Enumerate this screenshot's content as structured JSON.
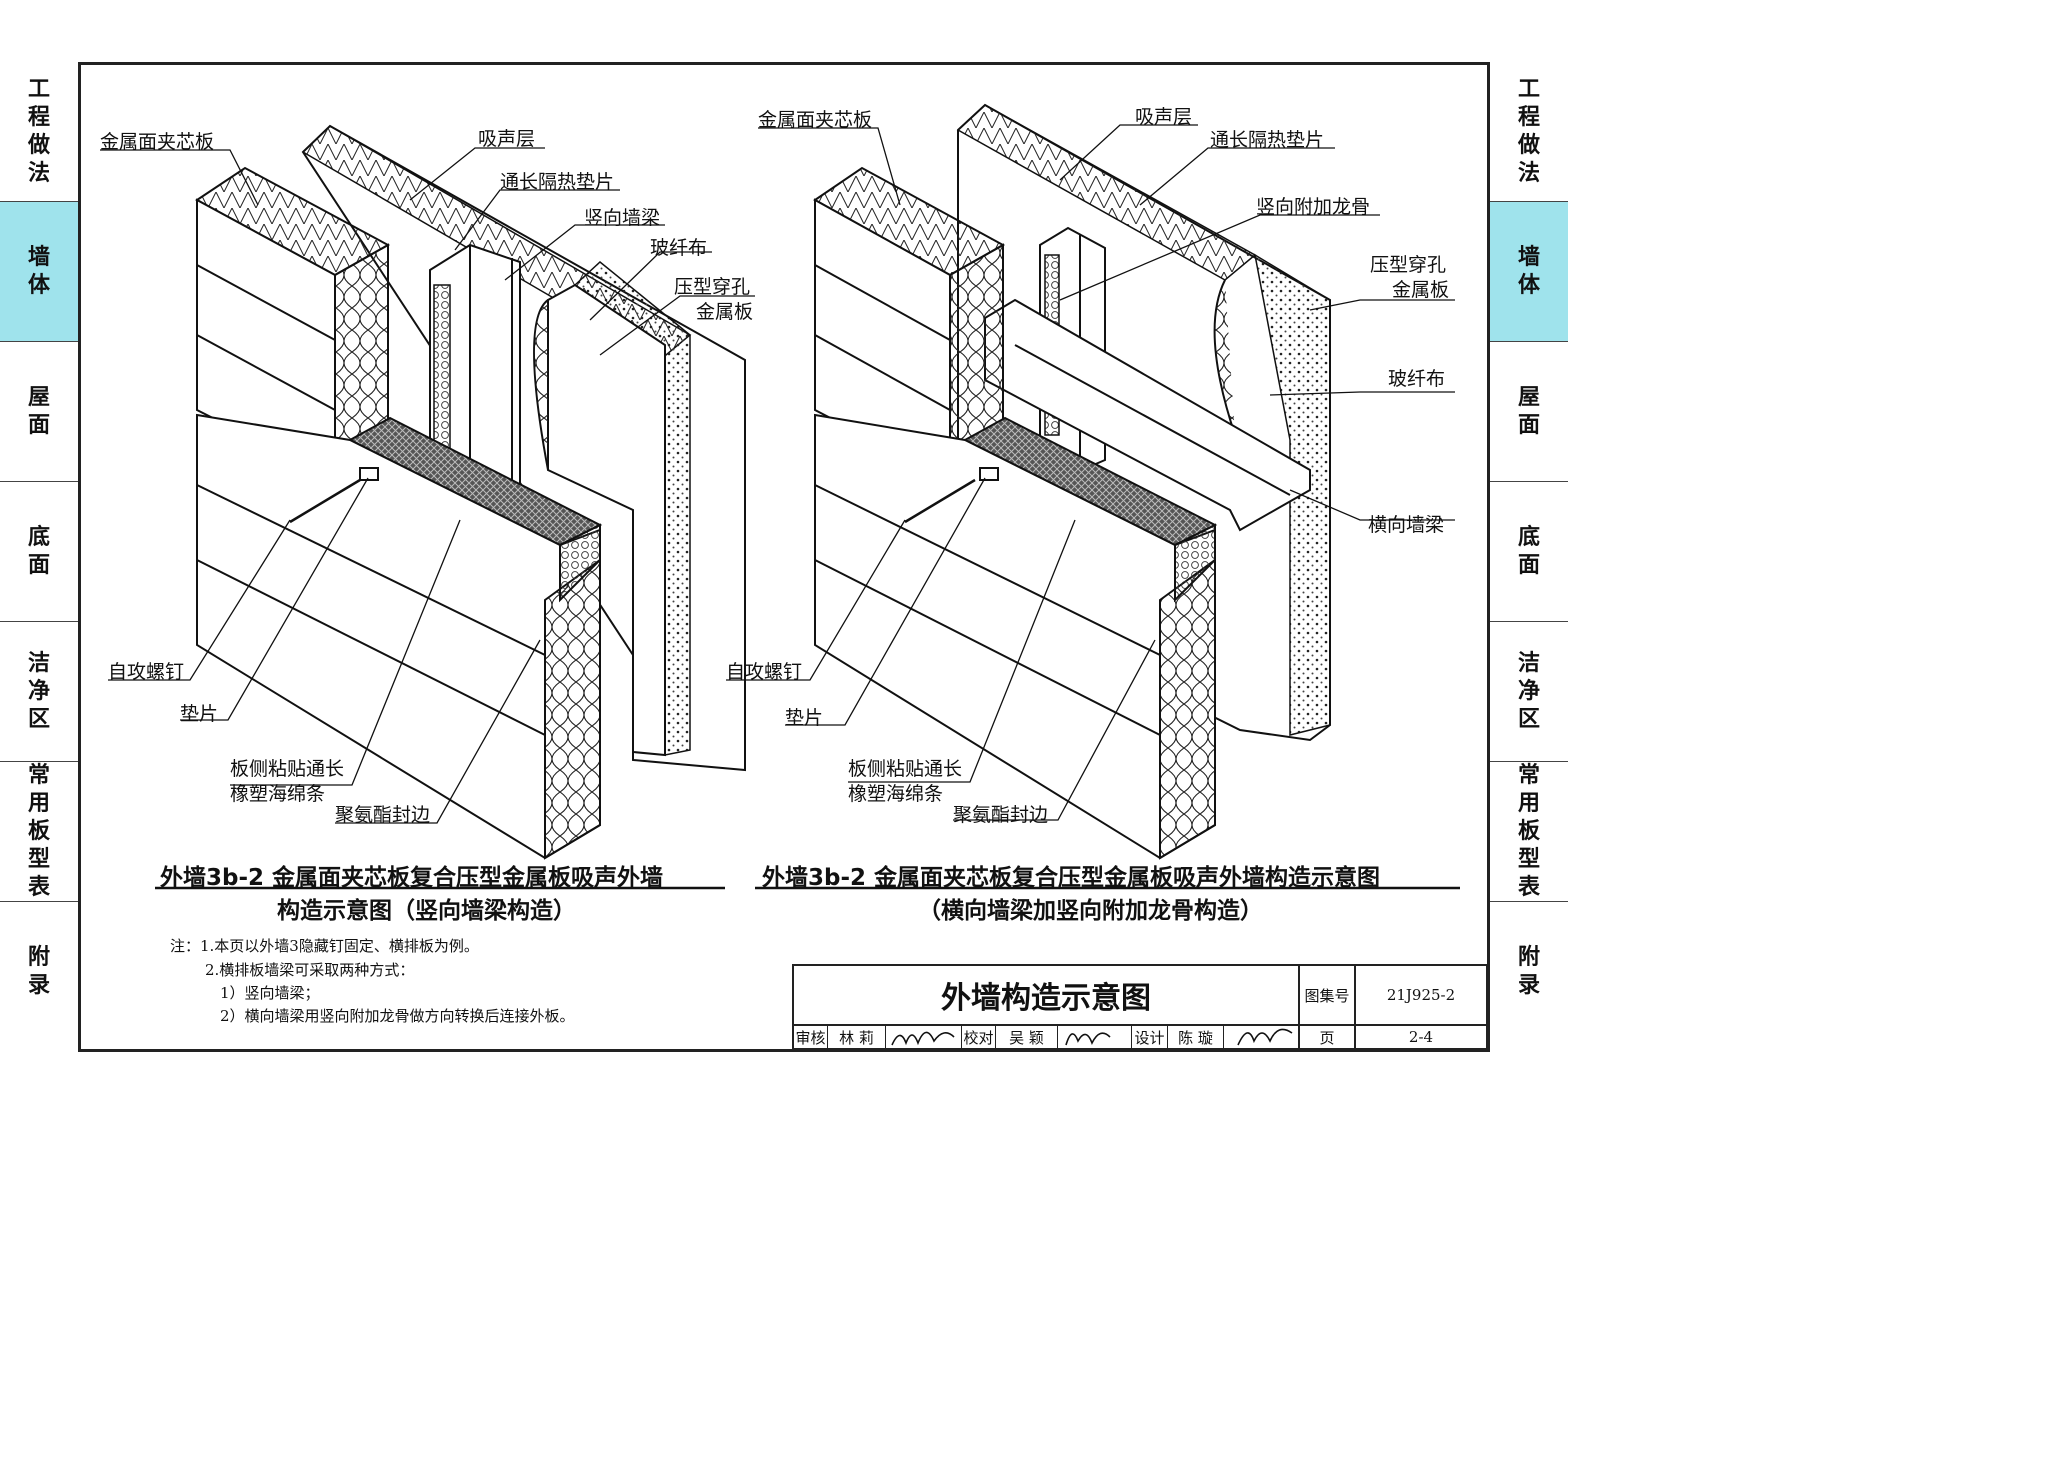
{
  "sidebar": {
    "tabs": [
      {
        "label": "工程做法",
        "active": false
      },
      {
        "label": "墙体",
        "active": true
      },
      {
        "label": "屋面",
        "active": false
      },
      {
        "label": "底面",
        "active": false
      },
      {
        "label": "洁净区",
        "active": false
      },
      {
        "label": "常用板型表",
        "active": false
      },
      {
        "label": "附录",
        "active": false
      }
    ],
    "active_color": "#9fe3ec"
  },
  "left_figure": {
    "labels": {
      "sandwich_panel": "金属面夹芯板",
      "sound_absorbing": "吸声层",
      "insulation_pad": "通长隔热垫片",
      "vertical_beam": "竖向墙梁",
      "fiberglass": "玻纤布",
      "perforated_1": "压型穿孔",
      "perforated_2": "金属板",
      "screw": "自攻螺钉",
      "washer": "垫片",
      "foam_1": "板侧粘贴通长",
      "foam_2": "橡塑海绵条",
      "pu_edge": "聚氨酯封边"
    },
    "caption_line1": "外墙3b-2  金属面夹芯板复合压型金属板吸声外墙",
    "caption_line2": "构造示意图（竖向墙梁构造）"
  },
  "right_figure": {
    "labels": {
      "sandwich_panel": "金属面夹芯板",
      "sound_absorbing": "吸声层",
      "insulation_pad": "通长隔热垫片",
      "vertical_keel": "竖向附加龙骨",
      "perforated_1": "压型穿孔",
      "perforated_2": "金属板",
      "fiberglass": "玻纤布",
      "horizontal_beam": "横向墙梁",
      "screw": "自攻螺钉",
      "washer": "垫片",
      "foam_1": "板侧粘贴通长",
      "foam_2": "橡塑海绵条",
      "pu_edge": "聚氨酯封边"
    },
    "caption_line1": "外墙3b-2  金属面夹芯板复合压型金属板吸声外墙构造示意图",
    "caption_line2": "（横向墙梁加竖向附加龙骨构造）"
  },
  "notes": [
    "注：1.本页以外墙3隐藏钉固定、横排板为例。",
    "2.横排板墙梁可采取两种方式：",
    "1）竖向墙梁；",
    "2）横向墙梁用竖向附加龙骨做方向转换后连接外板。"
  ],
  "title_block": {
    "title": "外墙构造示意图",
    "atlas_label": "图集号",
    "atlas_no": "21J925-2",
    "review_label": "审核",
    "reviewer": "林  莉",
    "check_label": "校对",
    "checker": "吴  颖",
    "design_label": "设计",
    "designer": "陈  璇",
    "page_label": "页",
    "page_no": "2-4"
  }
}
